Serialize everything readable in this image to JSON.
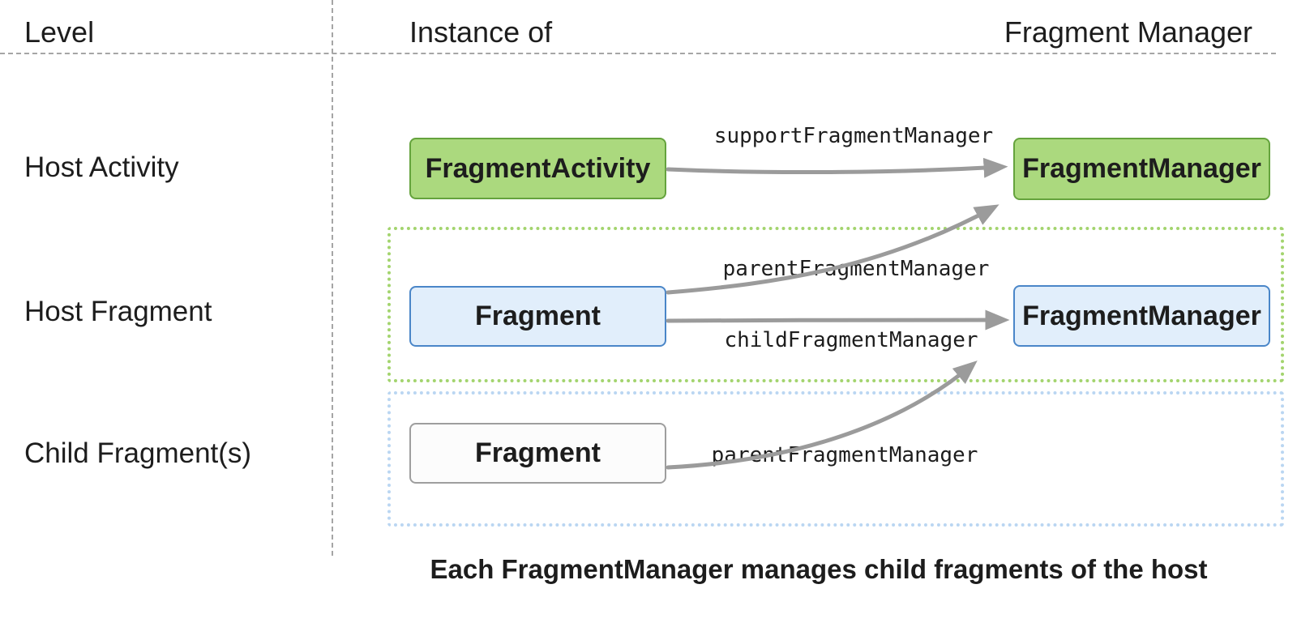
{
  "header": {
    "level": "Level",
    "instance_of": "Instance of",
    "fragment_manager": "Fragment Manager"
  },
  "rows": [
    {
      "level_label": "Host Activity",
      "instance_box": "FragmentActivity",
      "manager_box": "FragmentManager"
    },
    {
      "level_label": "Host Fragment",
      "instance_box": "Fragment",
      "manager_box": "FragmentManager"
    },
    {
      "level_label": "Child Fragment(s)",
      "instance_box": "Fragment"
    }
  ],
  "arrow_labels": {
    "support_fragment_manager": "supportFragmentManager",
    "parent_fragment_manager_mid": "parentFragmentManager",
    "child_fragment_manager": "childFragmentManager",
    "parent_fragment_manager_bottom": "parentFragmentManager"
  },
  "caption": "Each FragmentManager manages child fragments of the host",
  "colors": {
    "green_fill": "#abd97e",
    "green_border": "#65a33d",
    "blue_fill": "#e1eefb",
    "blue_border": "#4a86c8",
    "neutral_fill": "#fcfcfc",
    "neutral_border": "#9e9e9e",
    "green_container_border": "#a3d46e",
    "blue_container_border": "#bad6f2",
    "arrow_color": "#9b9b9b",
    "dashed_line": "#a5a5a5"
  }
}
